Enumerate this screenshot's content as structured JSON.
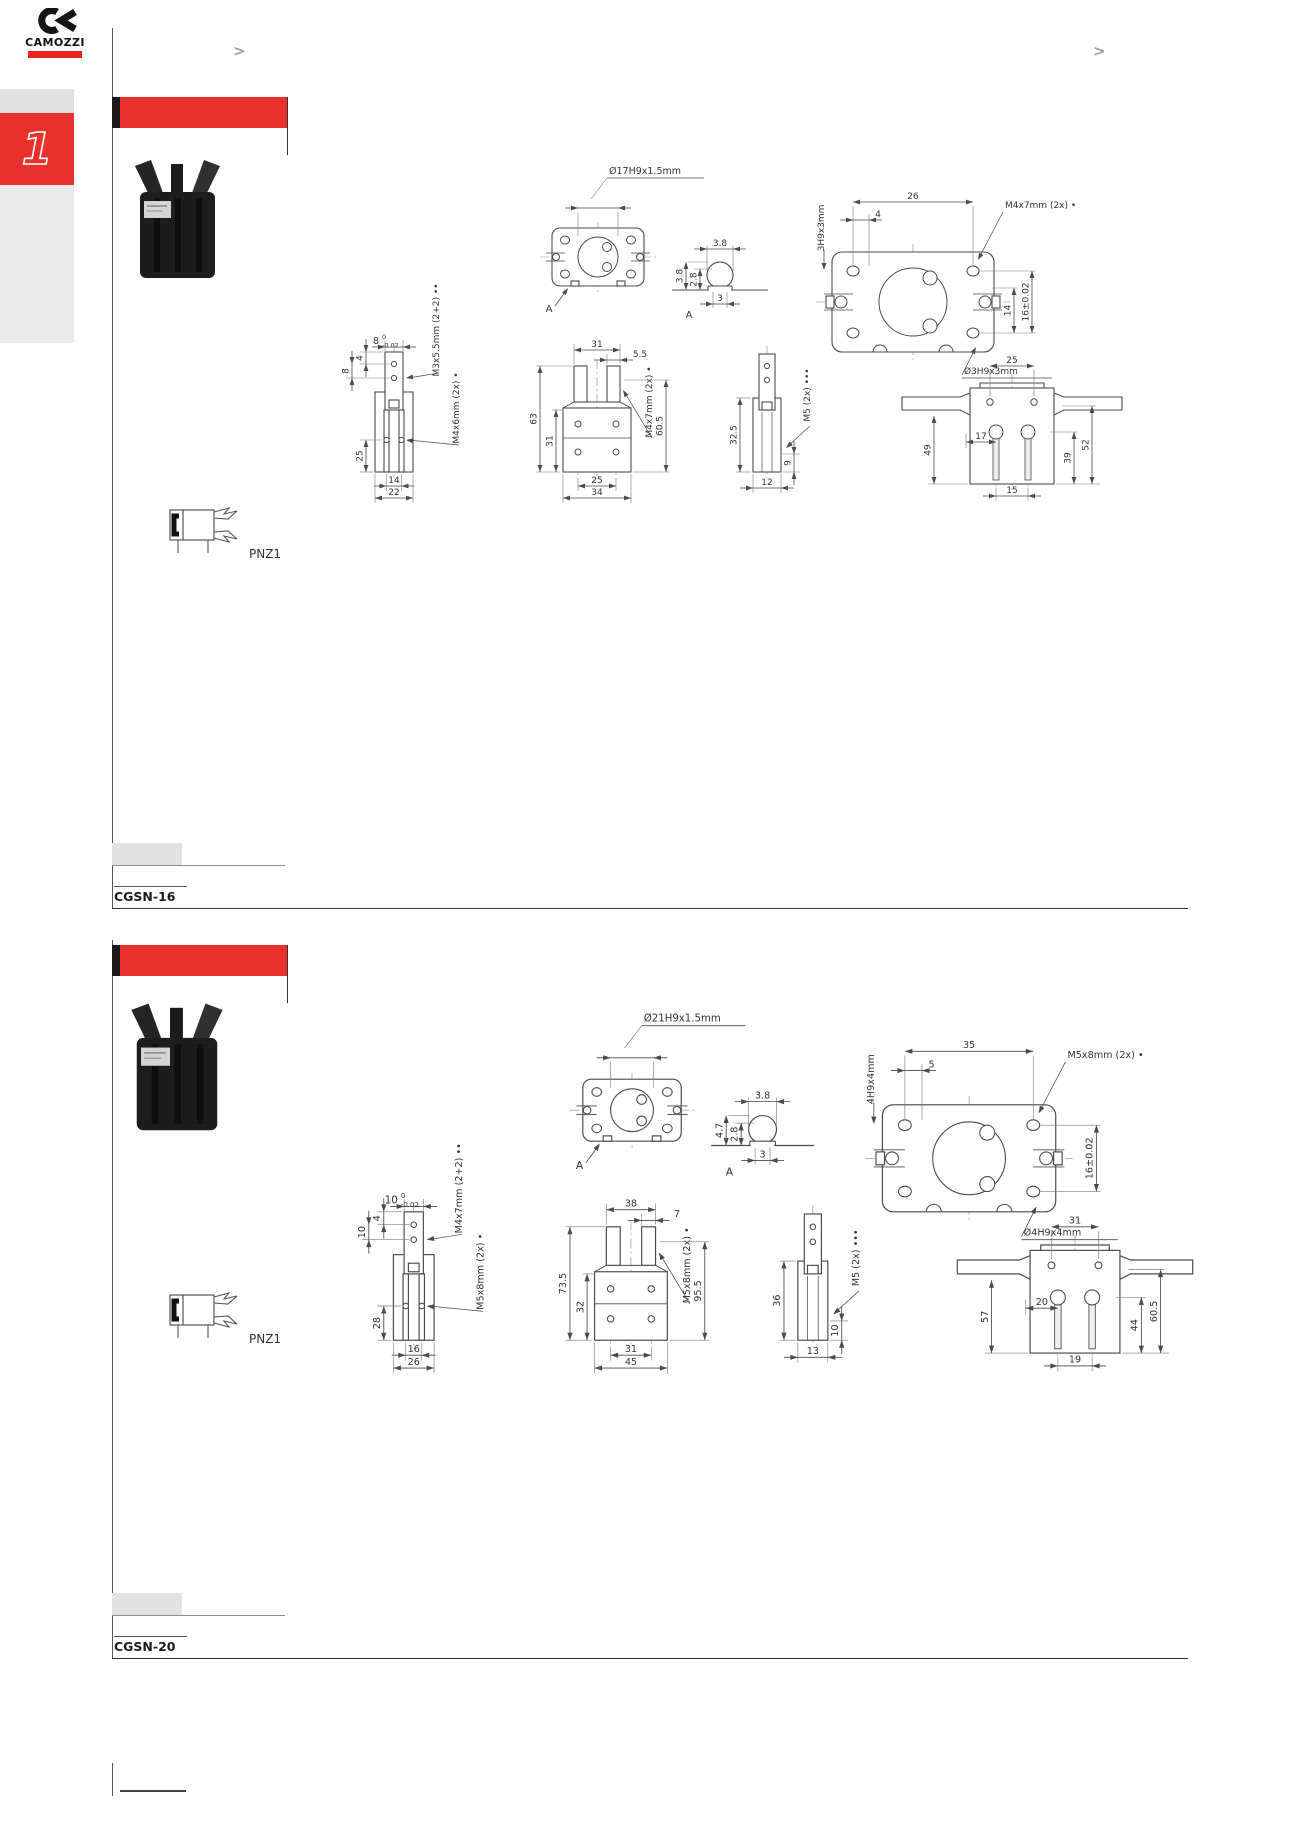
{
  "logo": {
    "text": "CAMOZZI",
    "bar_color": "#e8231e"
  },
  "sidebar": {
    "tab": "1"
  },
  "chevrons": {
    "left": ">",
    "right": ">"
  },
  "colors": {
    "accent_red": "#e8312c",
    "drawing_line": "#444444"
  },
  "sections": [
    {
      "model": "CGSN-16",
      "symbol_label": "PNZ1",
      "views": {
        "front": {
          "top_dim": "8",
          "tol_upper": "0",
          "tol_lower": "-0.02",
          "left_dim_a": "4",
          "left_dim_b": "8",
          "left_dim_c": "25",
          "bottom_dim_a": "14",
          "bottom_dim_b": "22",
          "thread_label_a": "M3x5.5mm (2+2)",
          "thread_marks_a": "••",
          "thread_label_b": "M4x6mm (2x)",
          "thread_marks_b": "•"
        },
        "front2": {
          "top_dim": "31",
          "finger_dim": "5.5",
          "thread_label": "M4x7mm (2x)",
          "thread_marks": "•",
          "height_dim": "63",
          "lower_dim": "31",
          "right_dim": "60.5",
          "bottom_dim_a": "25",
          "bottom_dim_b": "34"
        },
        "side": {
          "thread_label": "M5 (2x)",
          "thread_marks": "•••",
          "left_dim": "32.5",
          "right_dim": "9",
          "bottom_dim": "12"
        },
        "bottom": {
          "top_dim": "25",
          "inner_dim": "17",
          "left_dim": "49",
          "right_dim_a": "39",
          "right_dim_b": "52",
          "bottom_dim": "15"
        },
        "flange_top": {
          "bore_label": "Ø17H9x1.5mm",
          "detail_ref": "A"
        },
        "ball": {
          "left_outer": "3.8",
          "left_inner": "2.8",
          "top_dim": "3.8",
          "bottom_dim": "3",
          "detail_ref": "A"
        },
        "mount": {
          "top_dim_a": "26",
          "top_dim_b": "4",
          "left_label": "3H9x3mm",
          "right_label": "M4x7mm (2x)",
          "right_marks": "•",
          "right_dim_a": "14",
          "right_dim_b": "16±0.02",
          "bottom_label": "Ø3H9x3mm"
        }
      }
    },
    {
      "model": "CGSN-20",
      "symbol_label": "PNZ1",
      "views": {
        "front": {
          "top_dim": "10",
          "tol_upper": "0",
          "tol_lower": "-0.02",
          "left_dim_a": "4",
          "left_dim_b": "10",
          "left_dim_c": "28",
          "bottom_dim_a": "16",
          "bottom_dim_b": "26",
          "thread_label_a": "M4x7mm (2+2)",
          "thread_marks_a": "••",
          "thread_label_b": "M5x8mm (2x)",
          "thread_marks_b": "•"
        },
        "front2": {
          "top_dim": "38",
          "finger_dim": "7",
          "thread_label": "M5x8mm (2x)",
          "thread_marks": "•",
          "height_dim": "73.5",
          "lower_dim": "32",
          "right_dim": "95.5",
          "bottom_dim_a": "31",
          "bottom_dim_b": "45"
        },
        "side": {
          "thread_label": "M5 (2x)",
          "thread_marks": "•••",
          "left_dim": "36",
          "right_dim": "10",
          "bottom_dim": "13"
        },
        "bottom": {
          "top_dim": "31",
          "inner_dim": "20",
          "left_dim": "57",
          "right_dim_a": "44",
          "right_dim_b": "60.5",
          "bottom_dim": "19"
        },
        "flange_top": {
          "bore_label": "Ø21H9x1.5mm",
          "detail_ref": "A"
        },
        "ball": {
          "left_outer": "4.7",
          "left_inner": "2.8",
          "top_dim": "3.8",
          "bottom_dim": "3",
          "detail_ref": "A"
        },
        "mount": {
          "top_dim_a": "35",
          "top_dim_b": "5",
          "left_label": "4H9x4mm",
          "right_label": "M5x8mm (2x)",
          "right_marks": "•",
          "right_dim_a": null,
          "right_dim_b": "16±0.02",
          "bottom_label": "Ø4H9x4mm"
        }
      }
    }
  ]
}
